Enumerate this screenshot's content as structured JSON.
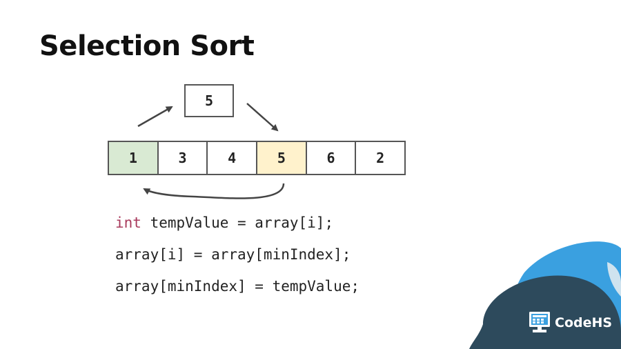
{
  "title": "Selection Sort",
  "temp_value": "5",
  "array": [
    {
      "value": "1",
      "highlight": "#d9ead3"
    },
    {
      "value": "3",
      "highlight": "#ffffff"
    },
    {
      "value": "4",
      "highlight": "#ffffff"
    },
    {
      "value": "5",
      "highlight": "#fff2cc"
    },
    {
      "value": "6",
      "highlight": "#ffffff"
    },
    {
      "value": "2",
      "highlight": "#ffffff"
    }
  ],
  "code": {
    "line1_keyword": "int",
    "line1_rest": " tempValue = array[i];",
    "line2": "array[i] = array[minIndex];",
    "line3": "array[minIndex] = tempValue;"
  },
  "brand": {
    "name": "CodeHS",
    "colors": {
      "dark": "#2d4a5c",
      "light_blue": "#3aa0e0",
      "pale_blue": "#cfe3ef"
    }
  }
}
